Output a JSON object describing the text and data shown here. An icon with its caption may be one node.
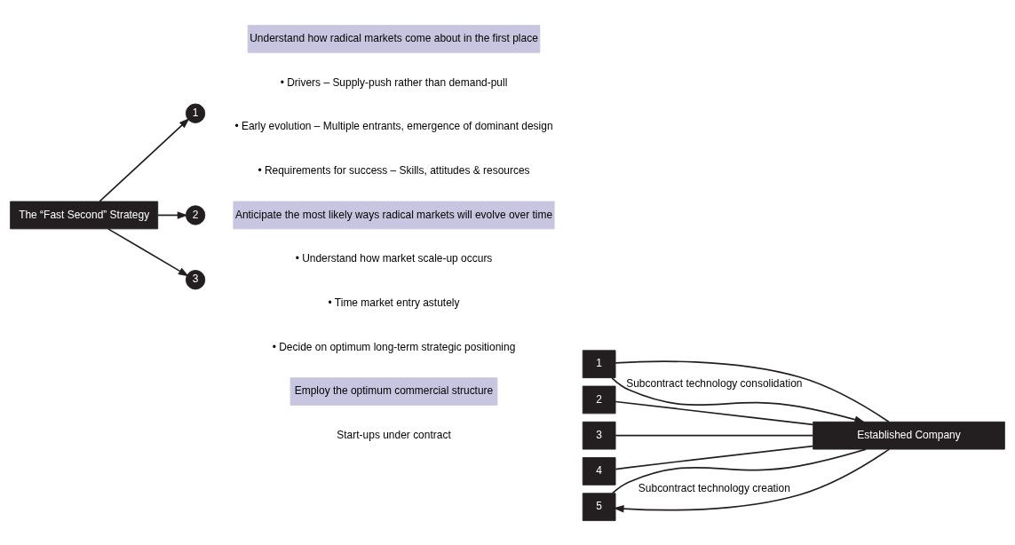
{
  "diagram": {
    "nodes": [
      {
        "text": [
          "The “Fast Second” Strategy"
        ]
      },
      {
        "text": [
          "1"
        ]
      },
      {
        "text": [
          "Understand how radical markets come about in the first place"
        ]
      },
      {
        "text": [
          "2"
        ]
      },
      {
        "text": [
          "Anticipate the most likely ways radical markets will evolve over time"
        ]
      },
      {
        "text": [
          "3"
        ]
      },
      {
        "text": [
          "Employ the optimum commercial structure"
        ]
      },
      {
        "text": [
          "1"
        ]
      },
      {
        "text": [
          "2"
        ]
      },
      {
        "text": [
          "3"
        ]
      },
      {
        "text": [
          "4"
        ]
      },
      {
        "text": [
          "5"
        ]
      },
      {
        "text": [
          "Established Company"
        ]
      }
    ],
    "edges": [
      {
        "from": 0,
        "to": 1,
        "arrow": "to"
      },
      {
        "from": 0,
        "to": 3,
        "arrow": "to"
      },
      {
        "from": 0,
        "to": 5,
        "arrow": "to"
      },
      {
        "from": 7,
        "to": 12,
        "arrow": "none"
      },
      {
        "from": 8,
        "to": 12,
        "arrow": "none"
      },
      {
        "from": 9,
        "to": 12,
        "arrow": "none"
      },
      {
        "from": 10,
        "to": 12,
        "arrow": "none"
      },
      {
        "from": 11,
        "to": 12,
        "arrow": "none"
      },
      {
        "from": 7,
        "to": 12,
        "arrow": "to",
        "label": "Subcontract technology consolidation"
      },
      {
        "from": 12,
        "to": 11,
        "arrow": "to",
        "label": "Subcontract technology creation"
      }
    ],
    "labels": [
      "• Drivers – Supply-push rather than demand-pull",
      "• Early evolution – Multiple entrants, emergence of dominant design",
      "• Requirements for success – Skills, attitudes & resources",
      "• Understand how market scale-up occurs",
      "• Time market entry astutely",
      "• Decide on optimum long-term strategic positioning",
      "Start-ups under contract"
    ]
  }
}
